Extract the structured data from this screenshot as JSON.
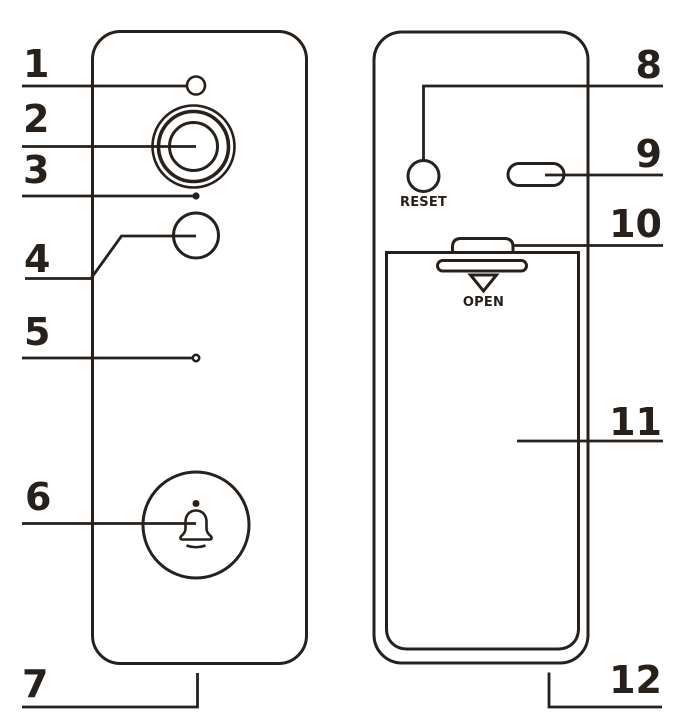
{
  "diagram": {
    "title_visible": "",
    "front_callouts": [
      "1",
      "2",
      "3",
      "4",
      "5",
      "6",
      "7"
    ],
    "back_callouts": [
      "8",
      "9",
      "10",
      "11",
      "12"
    ],
    "back_labels": {
      "reset": "RESET",
      "open": "OPEN"
    },
    "icons": {
      "doorbell": "bell-icon",
      "open_direction": "triangle-down-icon"
    }
  },
  "colors": {
    "ink": "#27201b",
    "background": "#ffffff"
  }
}
